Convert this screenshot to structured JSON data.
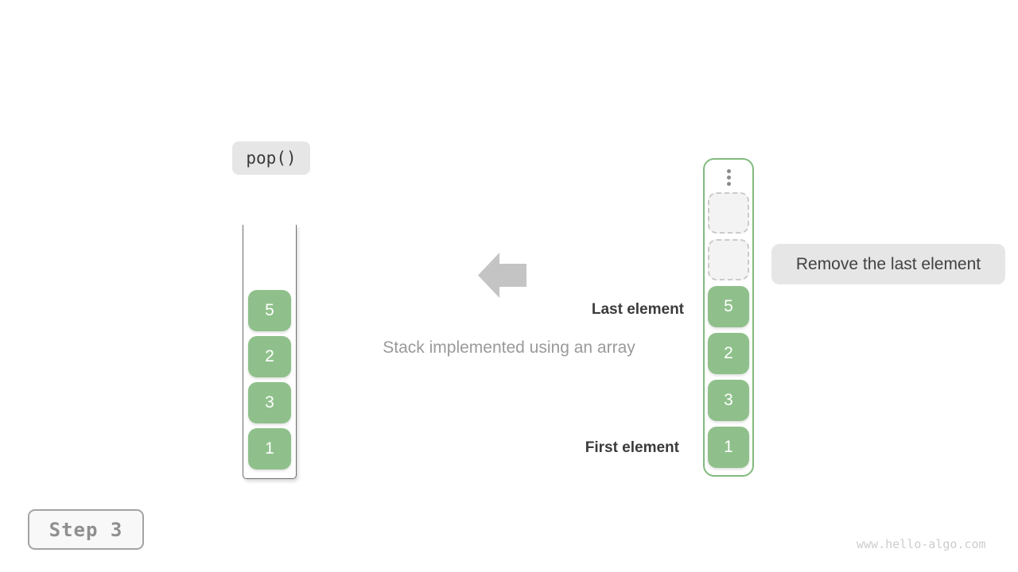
{
  "labels": {
    "operation": "pop()",
    "remove": "Remove the last element",
    "last_element": "Last element",
    "first_element": "First element",
    "caption": "Stack implemented using an array",
    "step": "Step 3",
    "watermark": "www.hello-algo.com"
  },
  "left_stack": {
    "items": [
      "5",
      "2",
      "3",
      "1"
    ]
  },
  "right_stack": {
    "items": [
      "5",
      "2",
      "3",
      "1"
    ],
    "empty_slots": 2,
    "top_icon": "vertical-ellipsis"
  },
  "icons": {
    "arrow": "arrow-left-icon",
    "ellipsis": "vertical-dots-icon"
  },
  "colors": {
    "green_fill": "#8fc08b",
    "green_border": "#82ba7e",
    "label_bg": "#e6e6e6",
    "arrow": "#c4c4c4",
    "text_dark": "#3b3b3b",
    "text_gray": "#9a9a9a"
  }
}
